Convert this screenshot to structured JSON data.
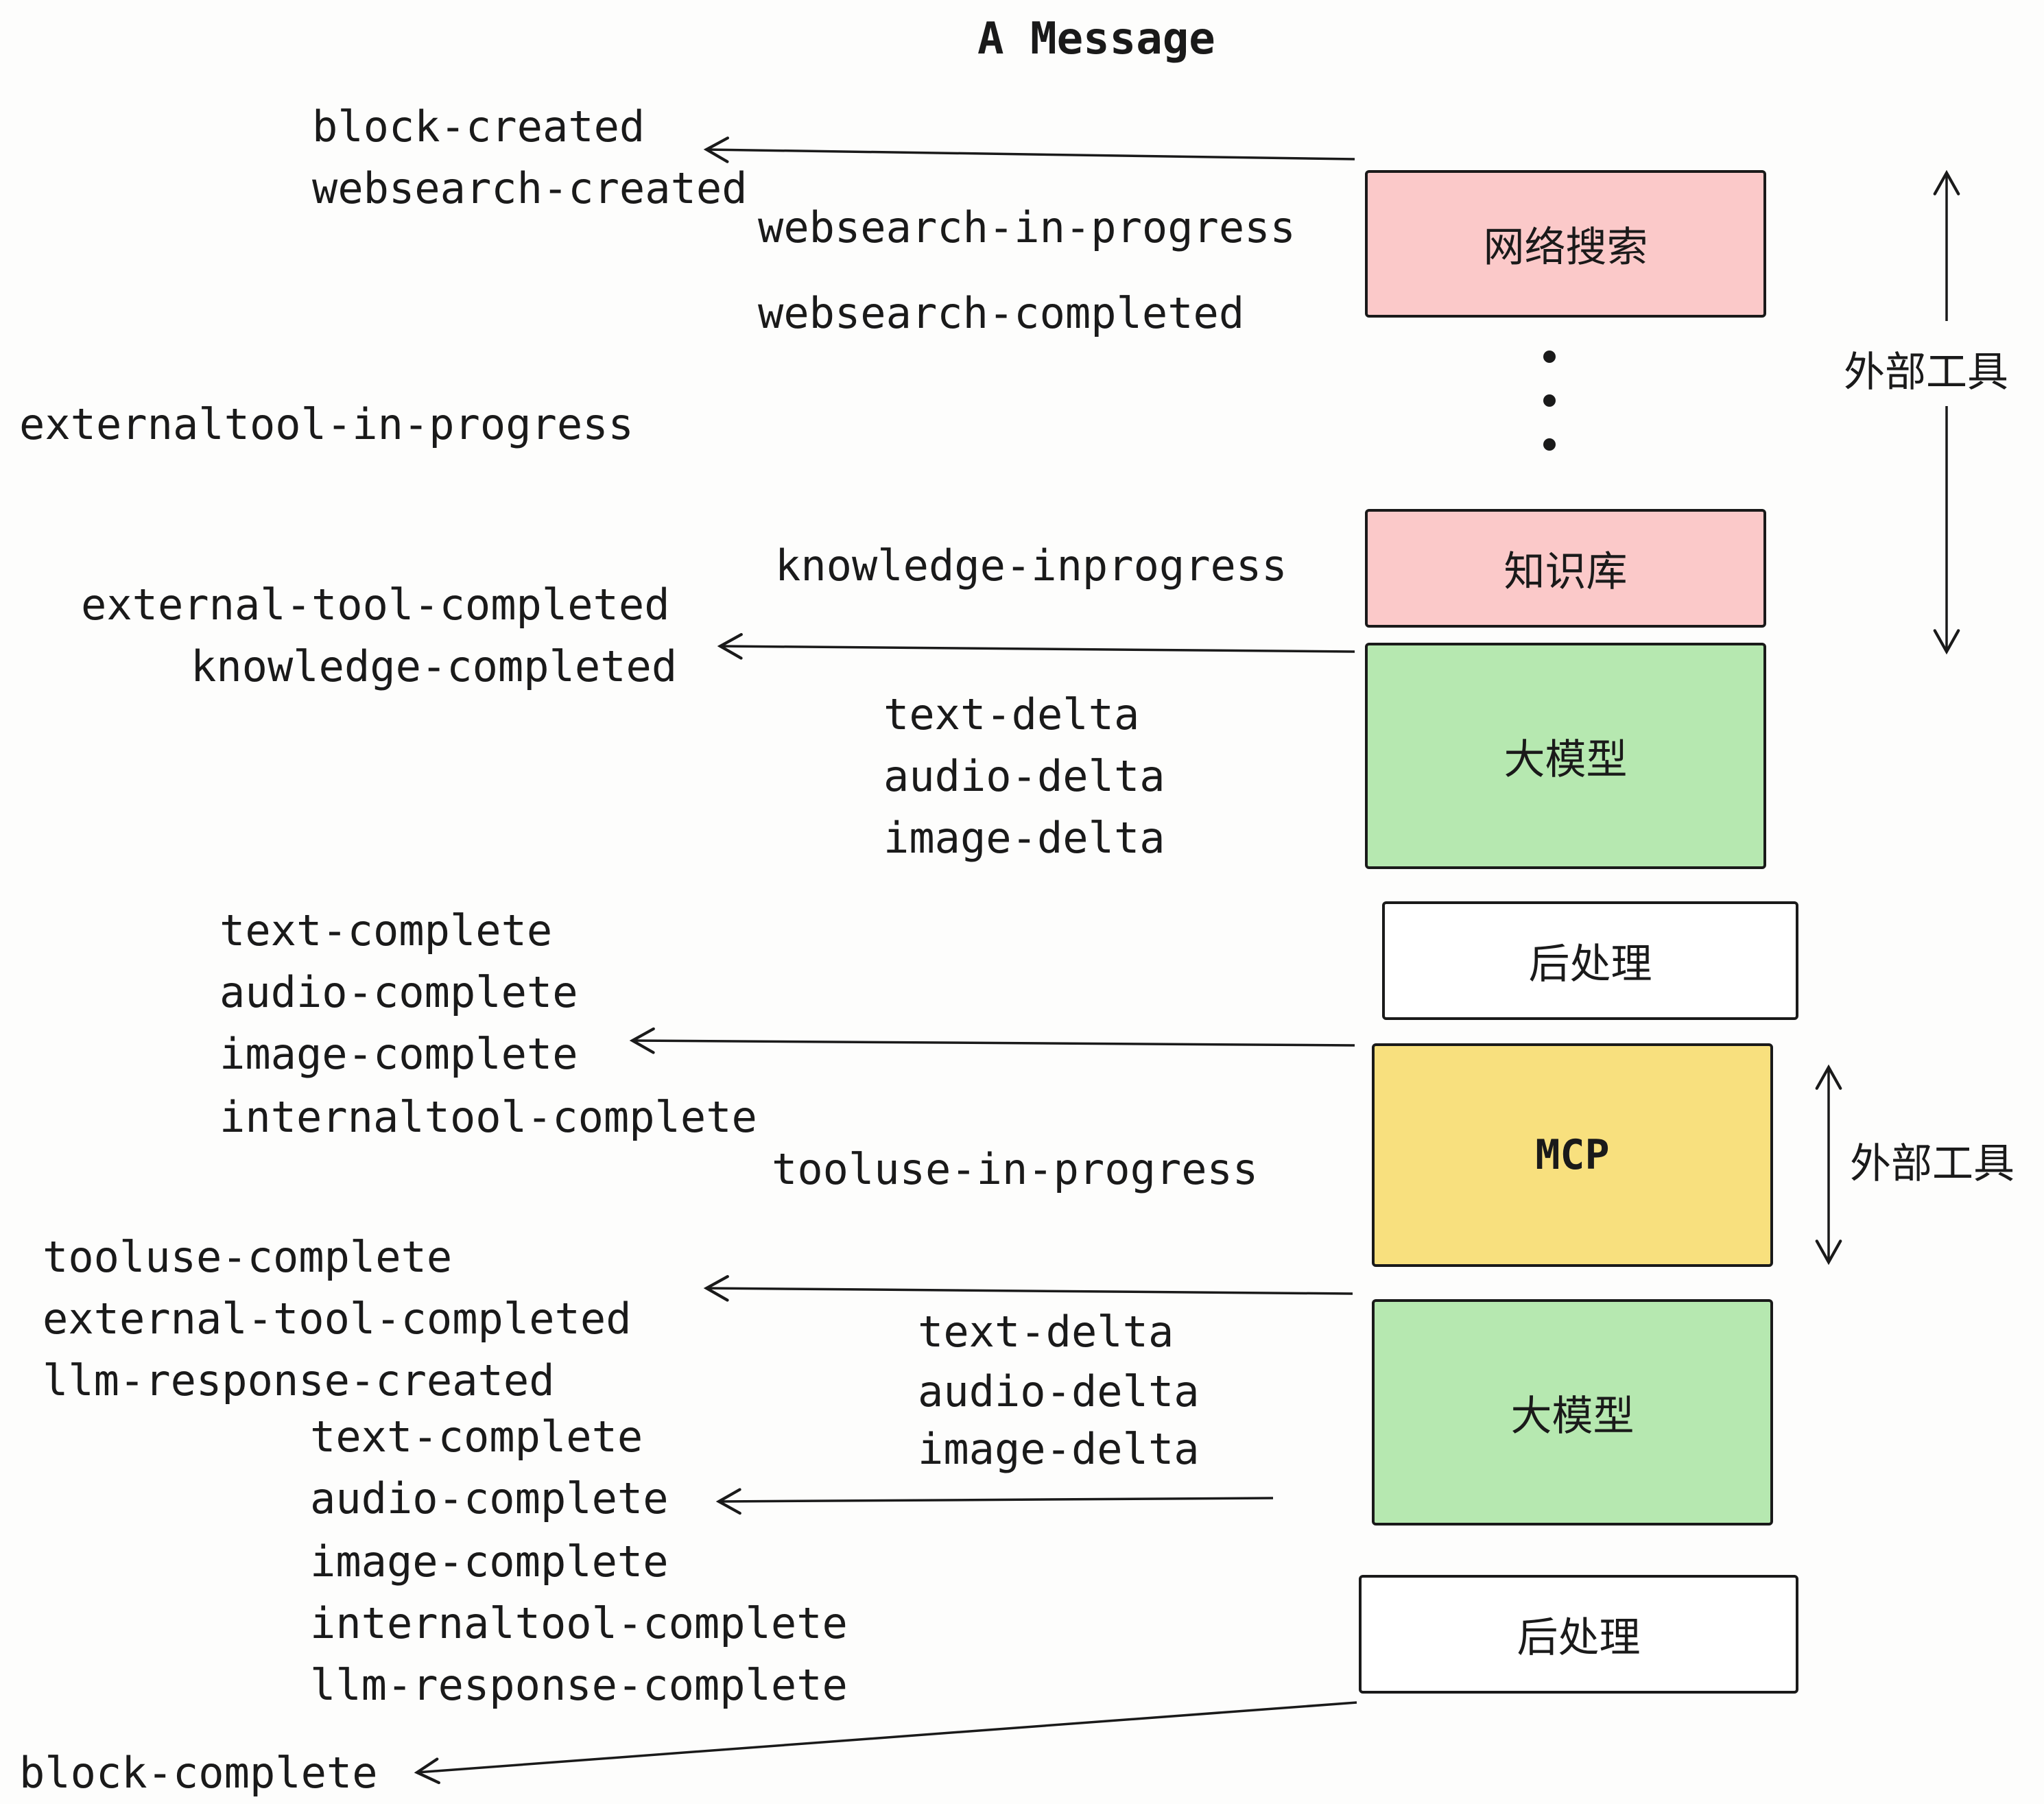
{
  "title": "A Message",
  "events": {
    "block_created": "block-created",
    "websearch_created": "websearch-created",
    "websearch_in_progress": "websearch-in-progress",
    "websearch_completed": "websearch-completed",
    "externaltool_in_progress": "externaltool-in-progress",
    "knowledge_inprogress": "knowledge-inprogress",
    "external_tool_completed_1": "external-tool-completed",
    "knowledge_completed": "knowledge-completed",
    "text_delta_1": "text-delta",
    "audio_delta_1": "audio-delta",
    "image_delta_1": "image-delta",
    "text_complete_1": "text-complete",
    "audio_complete_1": "audio-complete",
    "image_complete_1": "image-complete",
    "internaltool_complete_1": "internaltool-complete",
    "tooluse_in_progress": "tooluse-in-progress",
    "tooluse_complete": "tooluse-complete",
    "external_tool_completed_2": "external-tool-completed",
    "llm_response_created": "llm-response-created",
    "text_delta_2": "text-delta",
    "audio_delta_2": "audio-delta",
    "image_delta_2": "image-delta",
    "text_complete_2": "text-complete",
    "audio_complete_2": "audio-complete",
    "image_complete_2": "image-complete",
    "internaltool_complete_2": "internaltool-complete",
    "llm_response_complete": "llm-response-complete",
    "block_complete": "block-complete"
  },
  "boxes": {
    "websearch": {
      "label": "网络搜索",
      "fill": "#fbc9c9"
    },
    "knowledge": {
      "label": "知识库",
      "fill": "#fbc9c9"
    },
    "llm_1": {
      "label": "大模型",
      "fill": "#b6e8b0"
    },
    "post_1": {
      "label": "后处理",
      "fill": "#ffffff"
    },
    "mcp": {
      "label": "MCP",
      "fill": "#f8e07e"
    },
    "llm_2": {
      "label": "大模型",
      "fill": "#b6e8b0"
    },
    "post_2": {
      "label": "后处理",
      "fill": "#ffffff"
    }
  },
  "side_labels": {
    "external_tools_top": "外部工具",
    "external_tools_mid": "外部工具"
  },
  "colors": {
    "ink": "#1a1a1a",
    "pink": "#fbc9c9",
    "green": "#b6e8b0",
    "yellow": "#f8e07e"
  }
}
